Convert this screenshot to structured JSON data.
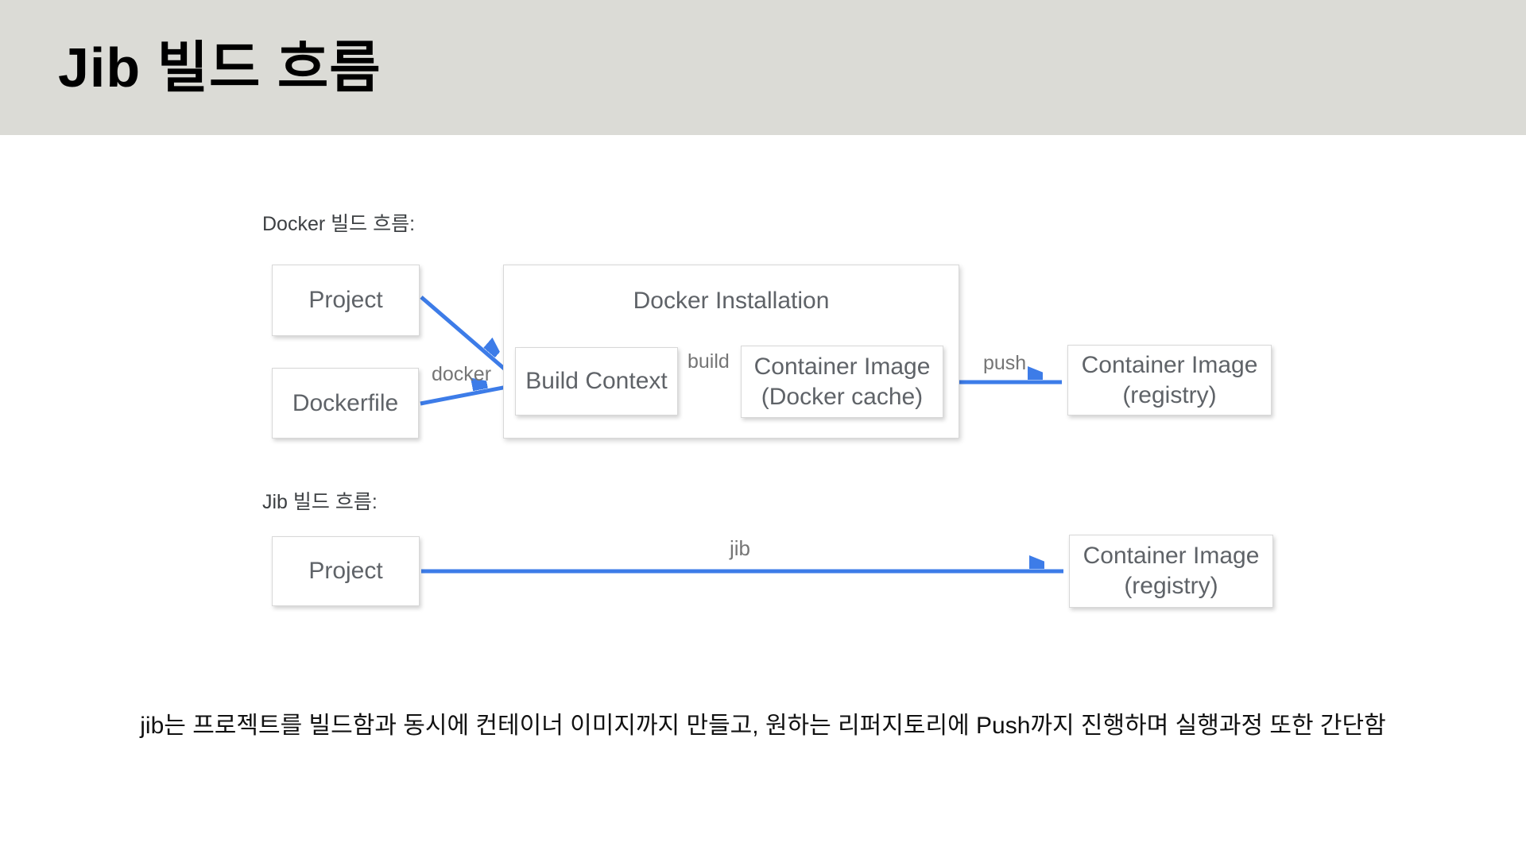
{
  "slide": {
    "title": "Jib 빌드 흐름",
    "caption": "jib는 프로젝트를 빌드함과 동시에 컨테이너 이미지까지 만들고, 원하는 리퍼지토리에 Push까지 진행하며 실행과정 또한 간단함"
  },
  "diagram": {
    "docker_flow": {
      "label": "Docker 빌드 흐름:",
      "nodes": {
        "project": "Project",
        "dockerfile": "Dockerfile",
        "installation": "Docker Installation",
        "build_context": "Build Context",
        "cache_line1": "Container Image",
        "cache_line2": "(Docker cache)",
        "registry_line1": "Container Image",
        "registry_line2": "(registry)"
      },
      "edges": {
        "docker": "docker",
        "build": "build",
        "push": "push"
      }
    },
    "jib_flow": {
      "label": "Jib 빌드 흐름:",
      "nodes": {
        "project": "Project",
        "registry_line1": "Container Image",
        "registry_line2": "(registry)"
      },
      "edges": {
        "jib": "jib"
      }
    }
  },
  "colors": {
    "header_bg": "#dbdbd6",
    "arrow_blue": "#3d7ce8",
    "box_text_gray": "#5f6368",
    "label_gray": "#757575",
    "caption_text": "#111111"
  }
}
